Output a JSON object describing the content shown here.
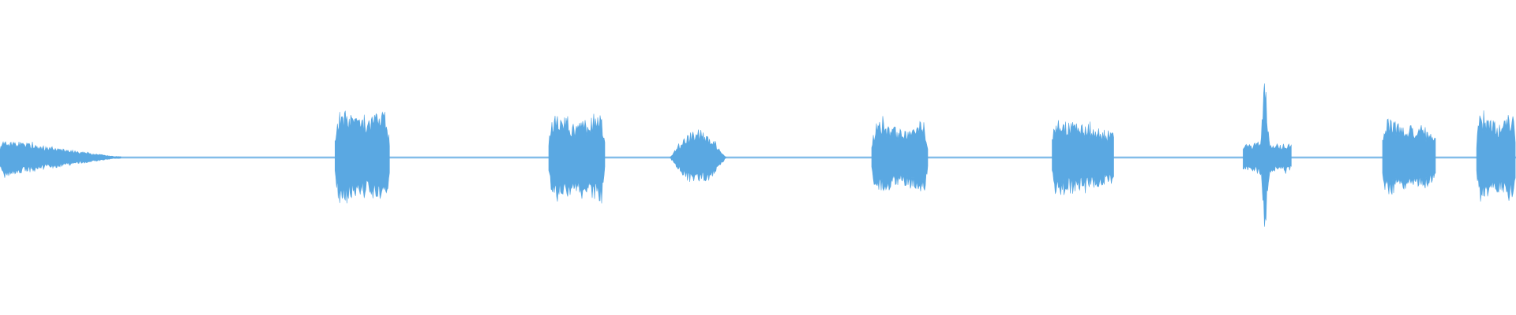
{
  "waveform": {
    "color": "#5aa8e2",
    "background": "#ffffff",
    "bursts": [
      {
        "id": "burst-1",
        "start": 0.0,
        "end": 0.08,
        "amp": 0.13,
        "shape": "decay"
      },
      {
        "id": "burst-2",
        "start": 0.221,
        "end": 0.257,
        "amp": 0.3,
        "shape": "block"
      },
      {
        "id": "burst-3",
        "start": 0.362,
        "end": 0.399,
        "amp": 0.28,
        "shape": "block"
      },
      {
        "id": "burst-4",
        "start": 0.442,
        "end": 0.479,
        "amp": 0.18,
        "shape": "bell"
      },
      {
        "id": "burst-5",
        "start": 0.575,
        "end": 0.612,
        "amp": 0.23,
        "shape": "block"
      },
      {
        "id": "burst-6",
        "start": 0.694,
        "end": 0.735,
        "amp": 0.27,
        "shape": "attack"
      },
      {
        "id": "burst-7",
        "start": 0.82,
        "end": 0.852,
        "amp": 0.5,
        "shape": "spike"
      },
      {
        "id": "burst-8",
        "start": 0.912,
        "end": 0.947,
        "amp": 0.27,
        "shape": "attack"
      },
      {
        "id": "burst-9",
        "start": 0.974,
        "end": 1.0,
        "amp": 0.28,
        "shape": "block"
      }
    ],
    "baseline_noise": 0.006
  }
}
